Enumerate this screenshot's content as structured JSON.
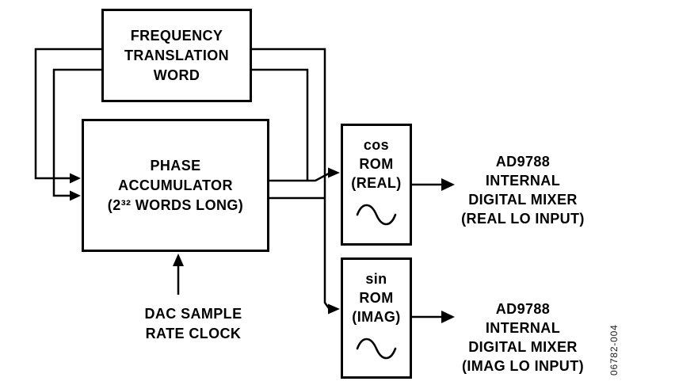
{
  "figure": {
    "background": "#ffffff",
    "ink": "#000000",
    "boxes": {
      "frequency_translation_word": {
        "label": "FREQUENCY\nTRANSLATION\nWORD"
      },
      "phase_accumulator": {
        "label": "PHASE\nACCUMULATOR\n(2³² WORDS LONG)"
      },
      "cos_rom": {
        "label": "cos\nROM\n(REAL)",
        "icon": "sine-wave"
      },
      "sin_rom": {
        "label": "sin\nROM\n(IMAG)",
        "icon": "sine-wave"
      }
    },
    "annotations": {
      "dac_clock": "DAC SAMPLE\nRATE CLOCK",
      "mixer_real": "AD9788\nINTERNAL\nDIGITAL MIXER\n(REAL LO INPUT)",
      "mixer_imag": "AD9788\nINTERNAL\nDIGITAL MIXER\n(IMAG LO INPUT)",
      "figure_number": "06782-004"
    }
  }
}
